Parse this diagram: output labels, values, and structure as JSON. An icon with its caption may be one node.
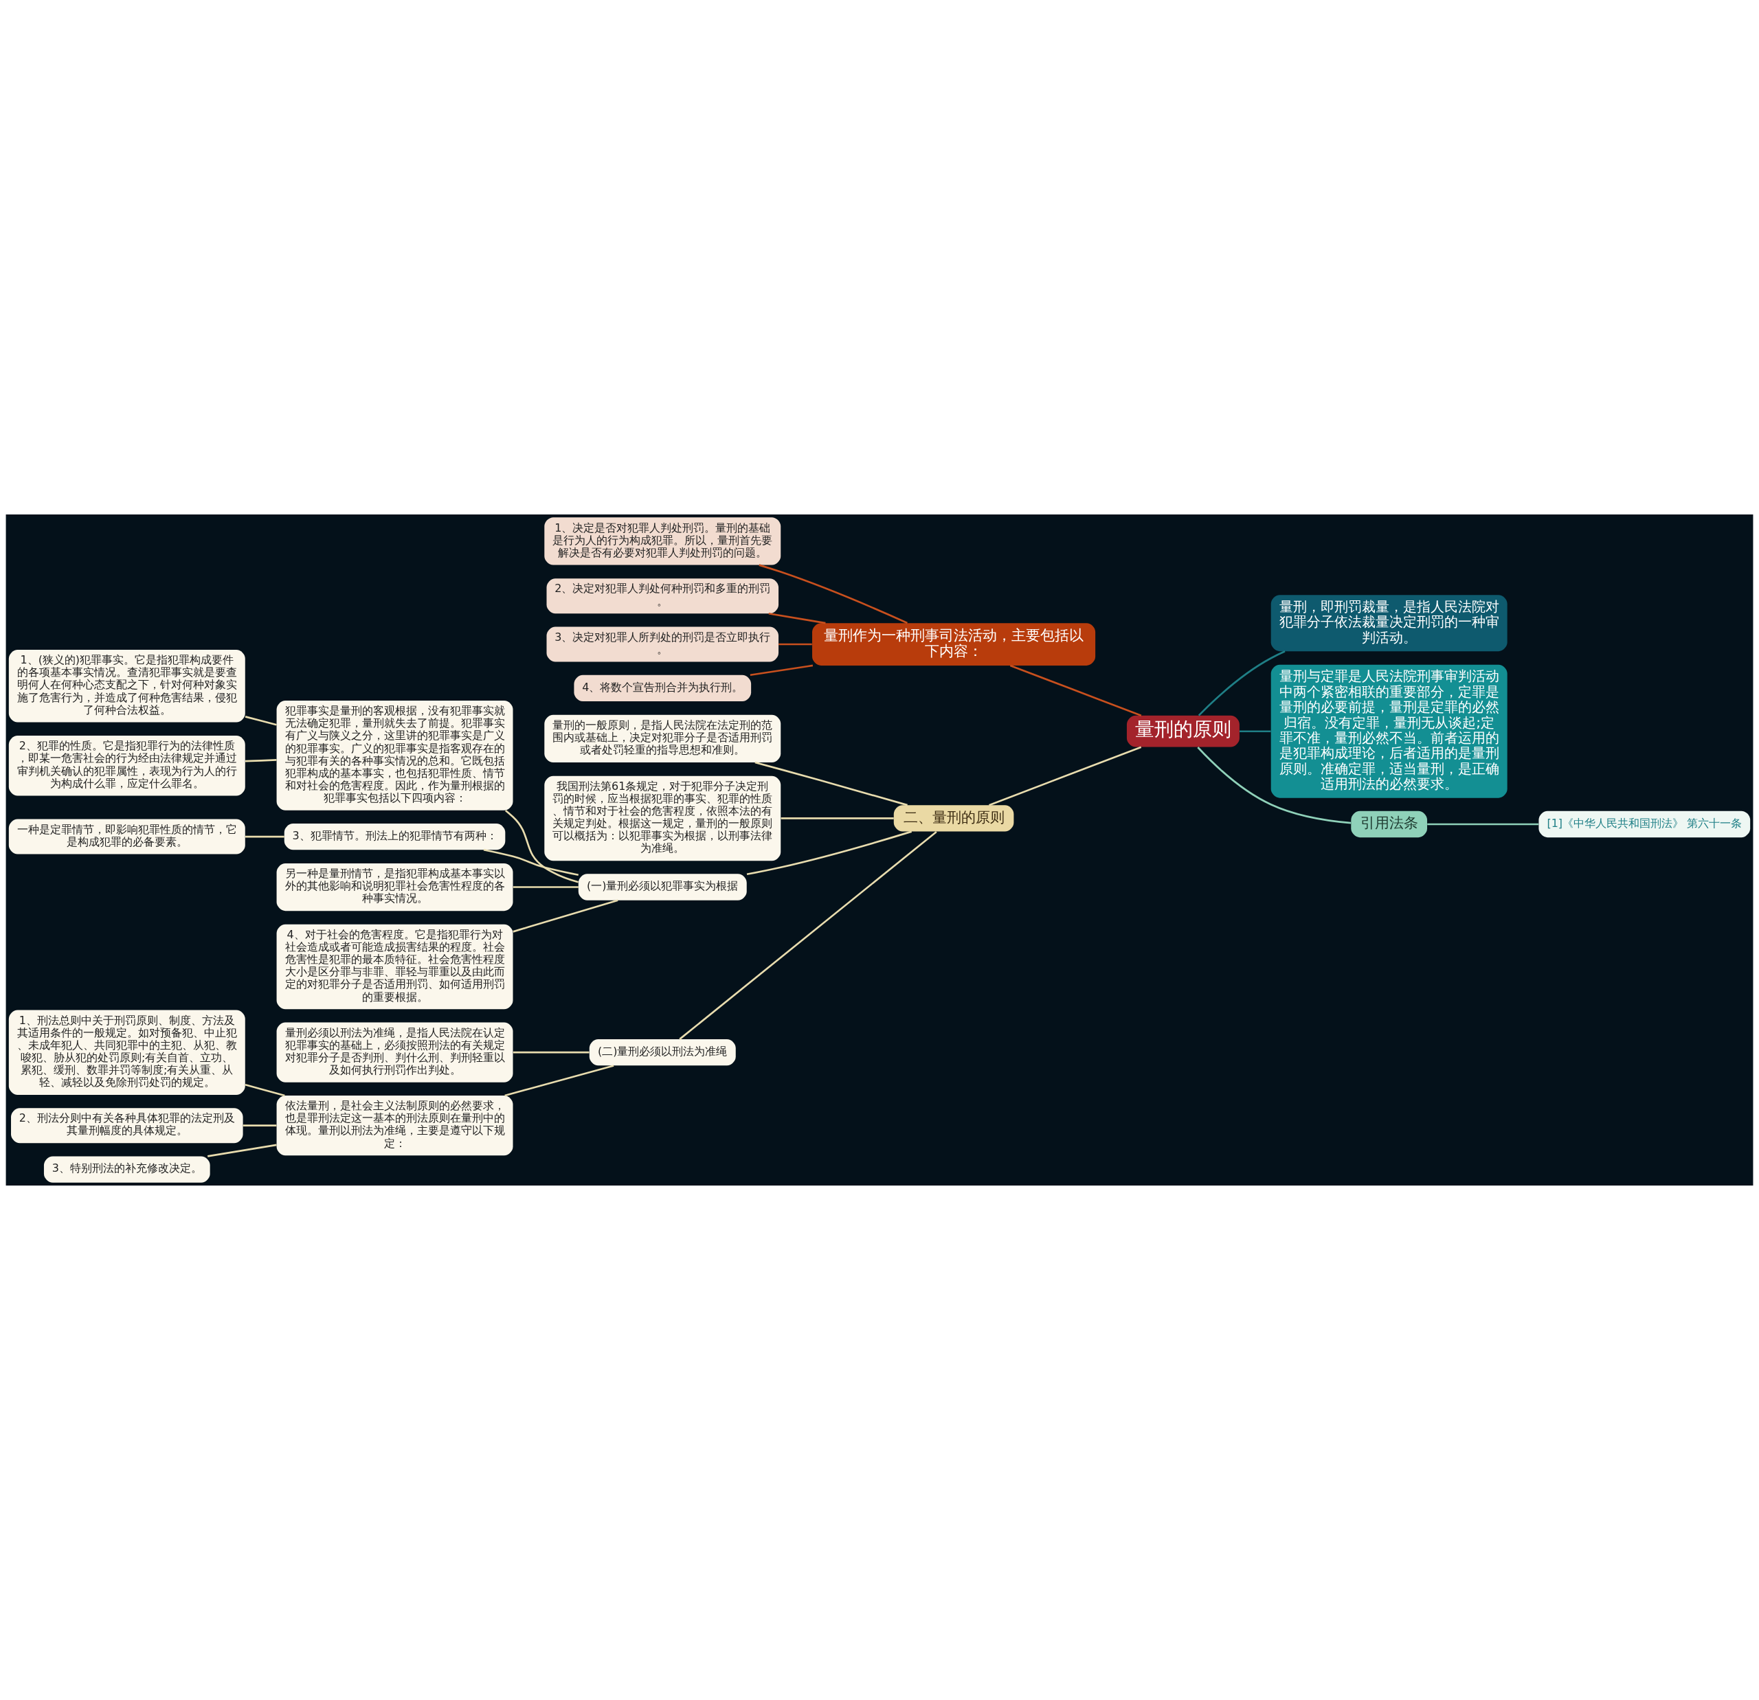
{
  "diagram": {
    "nodes": [
      {
        "text": [
          "量刑的原则"
        ]
      },
      {
        "text": [
          "量刑作为一种刑事司法活动，主要包括以下内容："
        ]
      },
      {
        "text": [
          "1、决定是否对犯罪人判处刑罚。量刑的基础是行为人的行为构成犯罪。所以，量刑首先要解决是否有必要对犯罪人判处刑罚的问题。"
        ]
      },
      {
        "text": [
          "2、决定对犯罪人判处何种刑罚和多重的刑罚。"
        ]
      },
      {
        "text": [
          "3、决定对犯罪人所判处的刑罚是否立即执行。"
        ]
      },
      {
        "text": [
          "4、将数个宣告刑合并为执行刑。"
        ]
      },
      {
        "text": [
          "二、量刑的原则"
        ]
      },
      {
        "text": [
          "量刑的一般原则，是指人民法院在法定刑的范围内或基础上，决定对犯罪分子是否适用刑罚或者处罚轻重的指导思想和准则。"
        ]
      },
      {
        "text": [
          "我国刑法第61条规定，对于犯罪分子决定刑罚的时候，应当根据犯罪的事实、犯罪的性质、情节和对于社会的危害程度，依照本法的有关规定判处。根据这一规定，量刑的一般原则可以概括为：以犯罪事实为根据，以刑事法律为准绳。"
        ]
      },
      {
        "text": [
          "(一)量刑必须以犯罪事实为根据"
        ]
      },
      {
        "text": [
          "犯罪事实是量刑的客观根据，没有犯罪事实就无法确定犯罪，量刑就失去了前提。犯罪事实有广义与陕义之分，这里讲的犯罪事实是广义的犯罪事实。广义的犯罪事实是指客观存在的与犯罪有关的各种事实情况的总和。它既包括犯罪构成的基本事实，也包括犯罪性质、情节和对社会的危害程度。因此，作为量刑根据的犯罪事实包括以下四项内容："
        ]
      },
      {
        "text": [
          "1、(狭义的)犯罪事实。它是指犯罪构成要件的各项基本事实情况。查清犯罪事实就是要查明何人在何种心态支配之下，针对何种对象实施了危害行为，并造成了何种危害结果，侵犯了何种合法权益。"
        ]
      },
      {
        "text": [
          "2、犯罪的性质。它是指犯罪行为的法律性质，即某一危害社会的行为经由法律规定并通过审判机关确认的犯罪属性，表现为行为人的行为构成什么罪，应定什么罪名。"
        ]
      },
      {
        "text": [
          "3、犯罪情节。刑法上的犯罪情节有两种："
        ]
      },
      {
        "text": [
          "一种是定罪情节，即影响犯罪性质的情节，它是构成犯罪的必备要素。"
        ]
      },
      {
        "text": [
          "另一种是量刑情节，是指犯罪构成基本事实以外的其他影响和说明犯罪社会危害性程度的各种事实情况。"
        ]
      },
      {
        "text": [
          "4、对于社会的危害程度。它是指犯罪行为对社会造成或者可能造成损害结果的程度。社会危害性是犯罪的最本质特征。社会危害性程度大小是区分罪与非罪、罪轻与罪重以及由此而定的对犯罪分子是否适用刑罚、如何适用刑罚的重要根据。"
        ]
      },
      {
        "text": [
          "(二)量刑必须以刑法为准绳"
        ]
      },
      {
        "text": [
          "量刑必须以刑法为准绳，是指人民法院在认定犯罪事实的基础上，必须按照刑法的有关规定对犯罪分子是否判刑、判什么刑、判刑轻重以及如何执行刑罚作出判处。"
        ]
      },
      {
        "text": [
          "依法量刑，是社会主义法制原则的必然要求，也是罪刑法定这一基本的刑法原则在量刑中的体现。量刑以刑法为准绳，主要是遵守以下规定："
        ]
      },
      {
        "text": [
          "1、刑法总则中关于刑罚原则、制度、方法及其适用条件的一般规定。如对预备犯、中止犯、未成年犯人、共同犯罪中的主犯、从犯、教唆犯、胁从犯的处罚原则;有关自首、立功、累犯、缓刑、数罪并罚等制度;有关从重、从轻、减轻以及免除刑罚处罚的规定。"
        ]
      },
      {
        "text": [
          "2、刑法分则中有关各种具体犯罪的法定刑及其量刑幅度的具体规定。"
        ]
      },
      {
        "text": [
          "3、特别刑法的补充修改决定。"
        ]
      },
      {
        "text": [
          "量刑，即刑罚裁量，是指人民法院对犯罪分子依法裁量决定刑罚的一种审判活动。"
        ]
      },
      {
        "text": [
          "量刑与定罪是人民法院刑事审判活动中两个紧密相联的重要部分，定罪是量刑的必要前提，量刑是定罪的必然归宿。没有定罪，量刑无从谈起;定罪不准，量刑必然不当。前者运用的是犯罪构成理论，后者适用的是量刑原则。准确定罪，适当量刑，是正确适用刑法的必然要求。"
        ]
      },
      {
        "text": [
          "引用法条"
        ]
      },
      {
        "text": [
          "[1]《中华人民共和国刑法》 第六十一条"
        ]
      }
    ],
    "edges": [
      {
        "from": 0,
        "to": 1,
        "arrow": "none",
        "color": "#c8501e"
      },
      {
        "from": 1,
        "to": 2,
        "arrow": "none",
        "color": "#c8501e"
      },
      {
        "from": 1,
        "to": 3,
        "arrow": "none",
        "color": "#c8501e"
      },
      {
        "from": 1,
        "to": 4,
        "arrow": "none",
        "color": "#c8501e"
      },
      {
        "from": 1,
        "to": 5,
        "arrow": "none",
        "color": "#c8501e"
      },
      {
        "from": 0,
        "to": 6,
        "arrow": "none"
      },
      {
        "from": 6,
        "to": 7,
        "arrow": "none"
      },
      {
        "from": 6,
        "to": 8,
        "arrow": "none"
      },
      {
        "from": 6,
        "to": 9,
        "arrow": "none"
      },
      {
        "from": 9,
        "to": 10,
        "arrow": "none"
      },
      {
        "from": 10,
        "to": 11,
        "arrow": "none"
      },
      {
        "from": 10,
        "to": 12,
        "arrow": "none"
      },
      {
        "from": 9,
        "to": 13,
        "arrow": "none"
      },
      {
        "from": 13,
        "to": 14,
        "arrow": "none"
      },
      {
        "from": 9,
        "to": 15,
        "arrow": "none"
      },
      {
        "from": 9,
        "to": 16,
        "arrow": "none"
      },
      {
        "from": 6,
        "to": 17,
        "arrow": "none"
      },
      {
        "from": 17,
        "to": 18,
        "arrow": "none"
      },
      {
        "from": 17,
        "to": 19,
        "arrow": "none"
      },
      {
        "from": 19,
        "to": 20,
        "arrow": "none"
      },
      {
        "from": 19,
        "to": 21,
        "arrow": "none"
      },
      {
        "from": 19,
        "to": 22,
        "arrow": "none"
      },
      {
        "from": 0,
        "to": 23,
        "arrow": "none",
        "color": "#1f7f86"
      },
      {
        "from": 0,
        "to": 24,
        "arrow": "none",
        "color": "#1f7f86"
      },
      {
        "from": 0,
        "to": 25,
        "arrow": "none",
        "color": "#8fd1b9"
      },
      {
        "from": 25,
        "to": 26,
        "arrow": "none",
        "color": "#8fd1b9"
      }
    ]
  }
}
